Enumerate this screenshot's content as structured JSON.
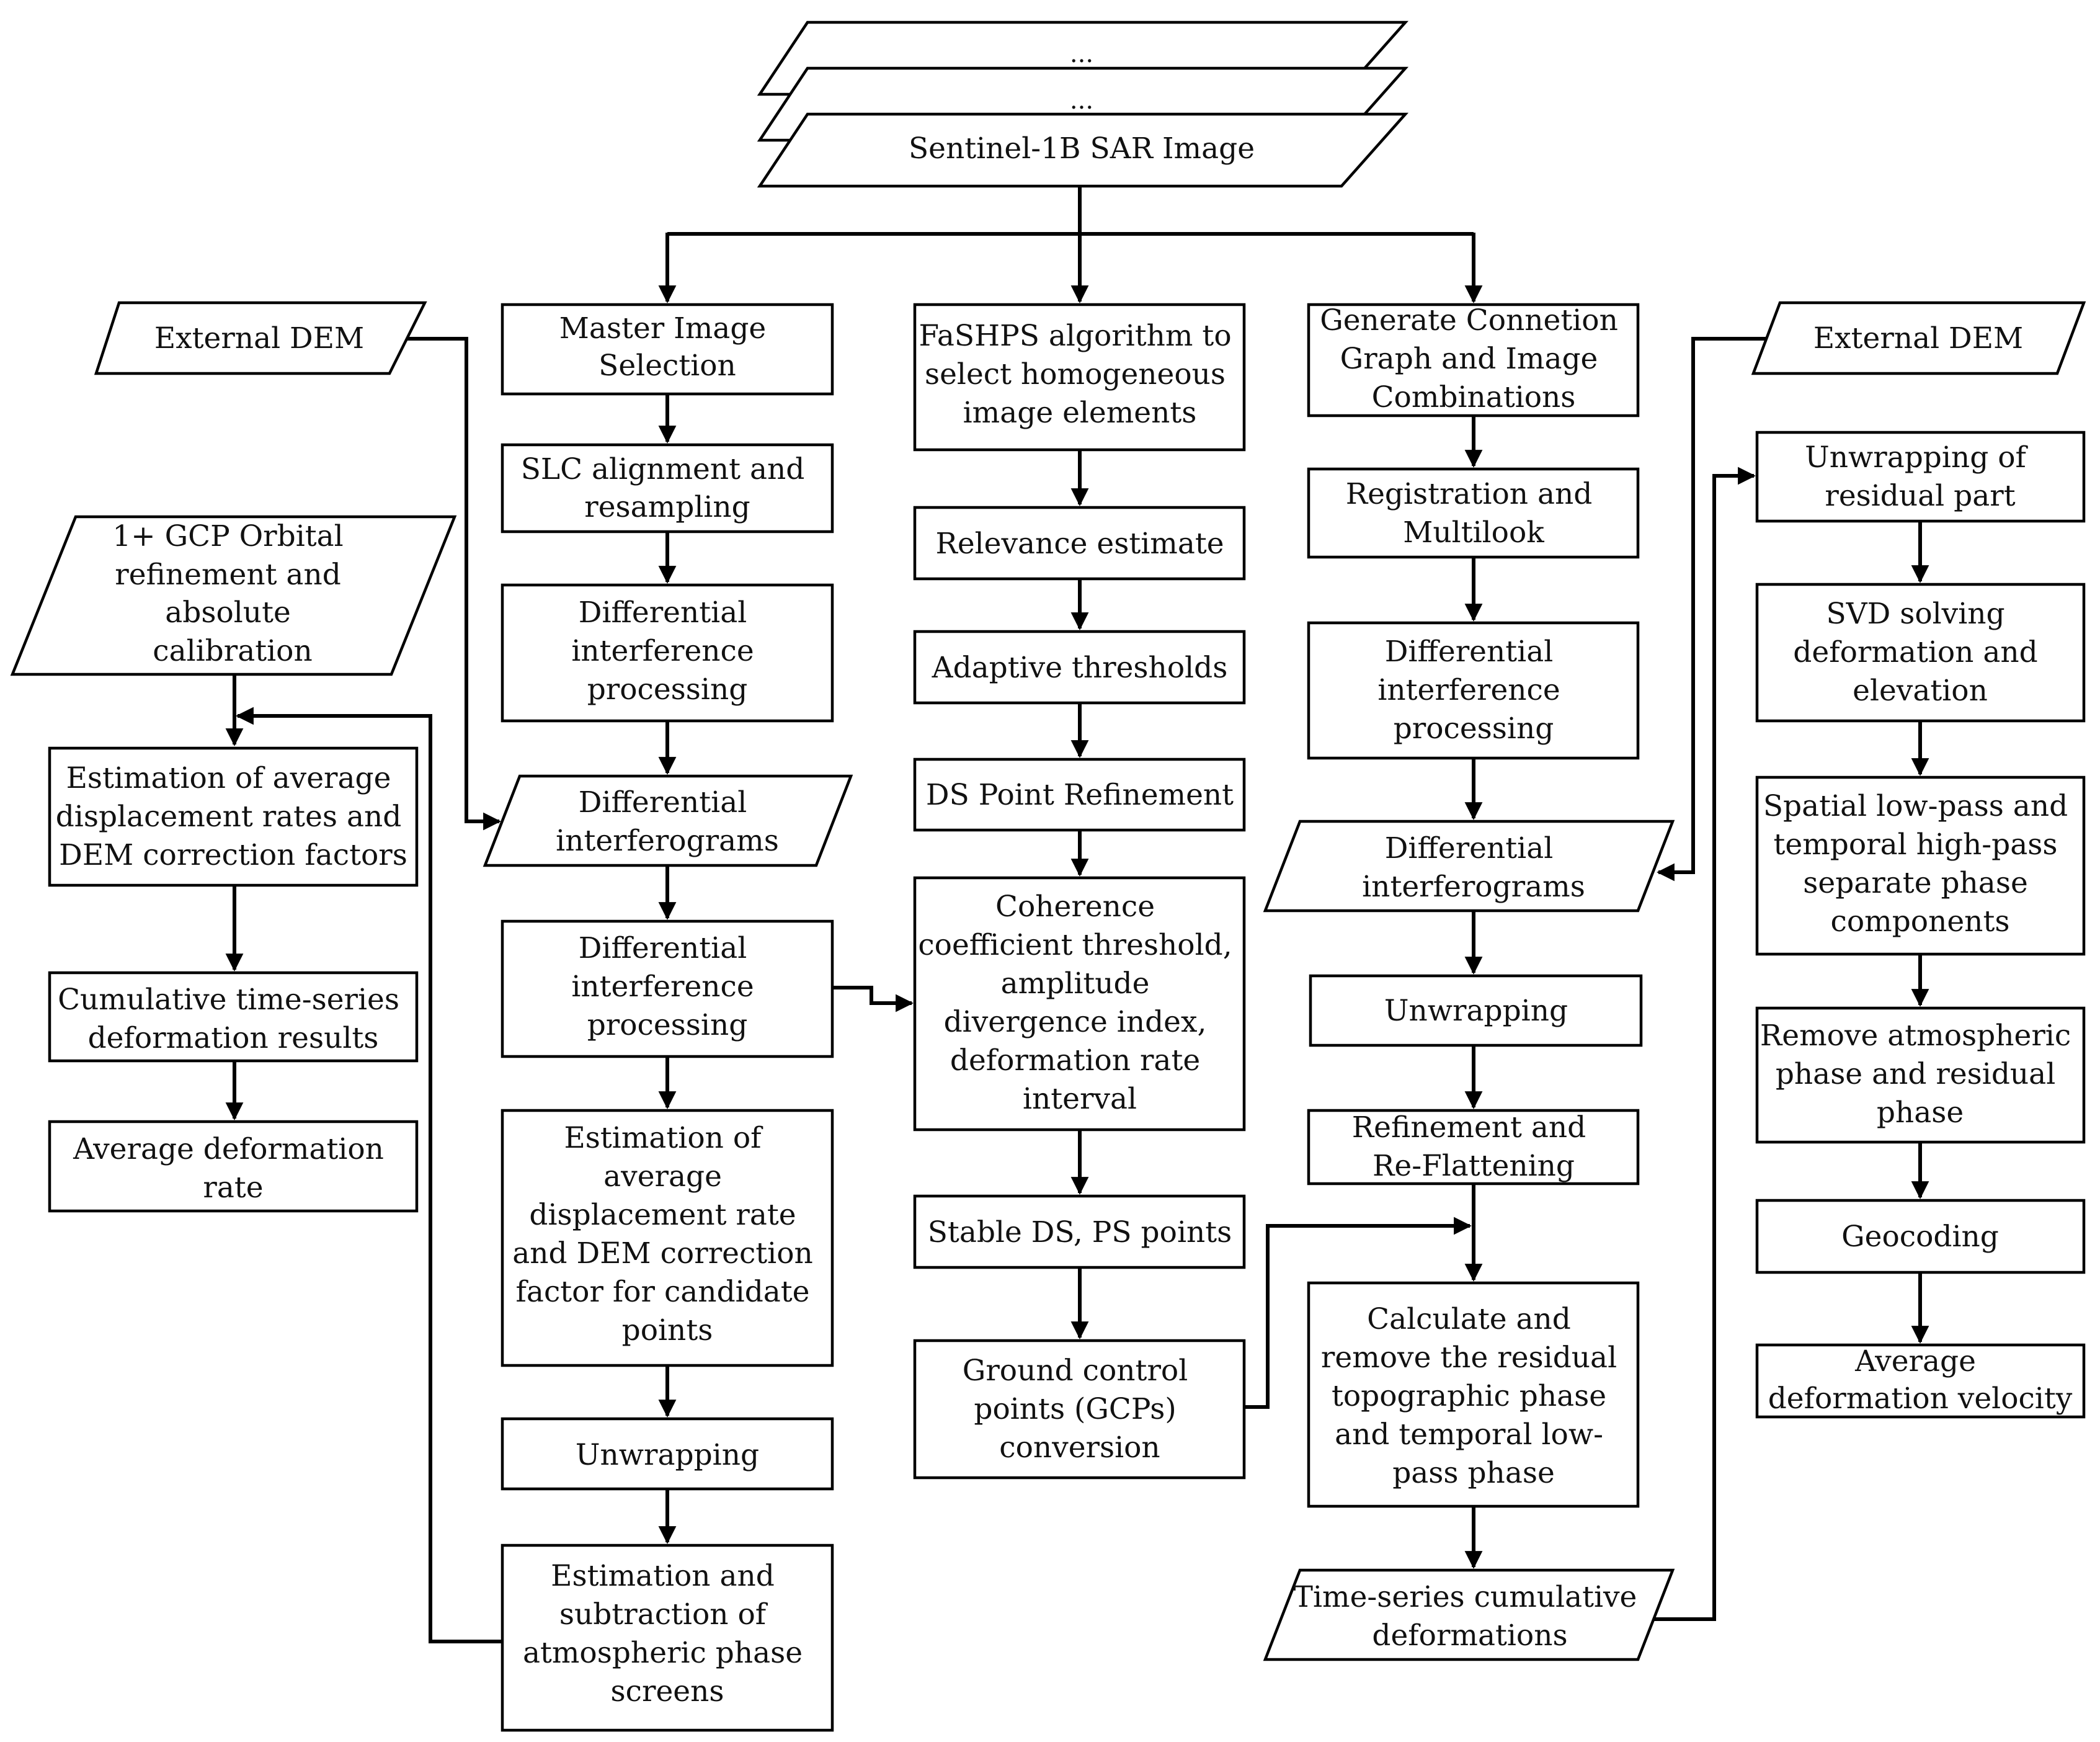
{
  "diagram": {
    "stack": {
      "ellipsis_top": "...",
      "ellipsis_mid": "...",
      "title": "Sentinel-1B SAR Image"
    },
    "left": {
      "external_dem": "External DEM",
      "gcp_refinement": [
        "1+ GCP Orbital",
        "refinement and",
        "absolute",
        "calibration"
      ],
      "estimation_rates": [
        "Estimation of average",
        "displacement rates and",
        "DEM correction factors"
      ],
      "cumulative_results": [
        "Cumulative time-series",
        "deformation results"
      ],
      "average_rate": [
        "Average deformation",
        "rate"
      ]
    },
    "col_ps": {
      "master_selection": [
        "Master Image",
        "Selection"
      ],
      "slc_alignment": [
        "SLC alignment and",
        "resampling"
      ],
      "diff_processing_1": [
        "Differential",
        "interference",
        "processing"
      ],
      "diff_interferograms": [
        "Differential",
        "interferograms"
      ],
      "diff_processing_2": [
        "Differential",
        "interference",
        "processing"
      ],
      "estimation_candidates": [
        "Estimation of",
        "average",
        "displacement rate",
        "and DEM correction",
        "factor for candidate",
        "points"
      ],
      "unwrapping": "Unwrapping",
      "atmospheric": [
        "Estimation and",
        "subtraction of",
        "atmospheric phase",
        "screens"
      ]
    },
    "col_ds": {
      "fashps": [
        "FaSHPS algorithm to",
        "select homogeneous",
        "image elements"
      ],
      "relevance": "Relevance estimate",
      "adaptive": "Adaptive thresholds",
      "ds_refinement": "DS Point Refinement",
      "coherence": [
        "Coherence",
        "coefficient threshold,",
        "amplitude",
        "divergence index,",
        "deformation rate",
        "interval"
      ],
      "stable_points": "Stable DS, PS points",
      "gcp_conversion": [
        "Ground control",
        "points (GCPs)",
        "conversion"
      ]
    },
    "col_sbas": {
      "connection_graph": [
        "Generate Connetion",
        "Graph and Image",
        "Combinations"
      ],
      "registration": [
        "Registration and",
        "Multilook"
      ],
      "diff_processing": [
        "Differential",
        "interference",
        "processing"
      ],
      "diff_interferograms": [
        "Differential",
        "interferograms"
      ],
      "unwrapping": "Unwrapping",
      "refinement": [
        "Refinement and",
        "Re-Flattening"
      ],
      "residual_topo": [
        "Calculate and",
        "remove the residual",
        "topographic phase",
        "and temporal low-",
        "pass phase"
      ],
      "cumulative": [
        "Time-series cumulative",
        "deformations"
      ]
    },
    "right": {
      "external_dem": "External DEM",
      "unwrap_residual": [
        "Unwrapping of",
        "residual part"
      ],
      "svd": [
        "SVD solving",
        "deformation and",
        "elevation"
      ],
      "lowpass": [
        "Spatial low-pass and",
        "temporal high-pass",
        "separate phase",
        "components"
      ],
      "remove_atmo": [
        "Remove atmospheric",
        "phase and residual",
        "phase"
      ],
      "geocoding": "Geocoding",
      "avg_velocity": [
        "Average",
        "deformation velocity"
      ]
    }
  }
}
